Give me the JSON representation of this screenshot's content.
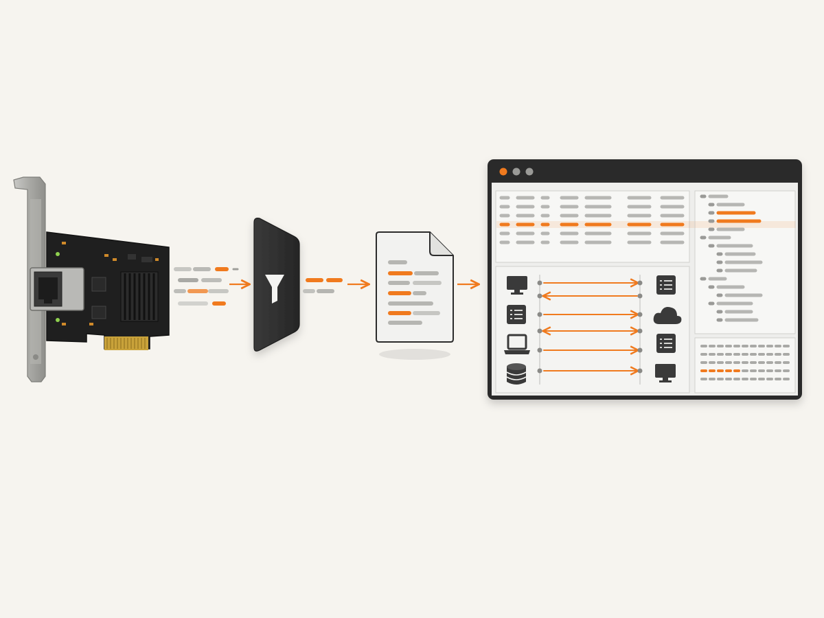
{
  "colors": {
    "background": "#f6f4ef",
    "accent": "#f07a1e",
    "dark": "#2b2b2b",
    "pcb": "#1e1e1e",
    "metal": "#a7a7a4",
    "gold": "#c9a23a",
    "gray_line": "#b6b6b3",
    "panel": "#f3f3f1"
  },
  "icons": [
    "network-card-icon",
    "ethernet-port-icon",
    "filter-funnel-icon",
    "document-icon",
    "monitor-icon",
    "server-icon",
    "laptop-icon",
    "database-icon",
    "cloud-icon",
    "arrow-icon"
  ],
  "stages": [
    "network-card",
    "filter",
    "capture-file",
    "analyzer-window"
  ],
  "analyzer": {
    "window_controls": [
      "close",
      "minimize",
      "maximize"
    ],
    "highlighted_packet_row": 4,
    "conversations": [
      {
        "from": "monitor",
        "to": "server",
        "direction": "right"
      },
      {
        "from": "monitor",
        "to": "server",
        "direction": "left"
      },
      {
        "from": "server",
        "to": "cloud",
        "direction": "right"
      },
      {
        "from": "server",
        "to": "cloud",
        "direction": "both"
      },
      {
        "from": "laptop",
        "to": "server",
        "direction": "right"
      },
      {
        "from": "database",
        "to": "monitor",
        "direction": "right"
      }
    ]
  }
}
